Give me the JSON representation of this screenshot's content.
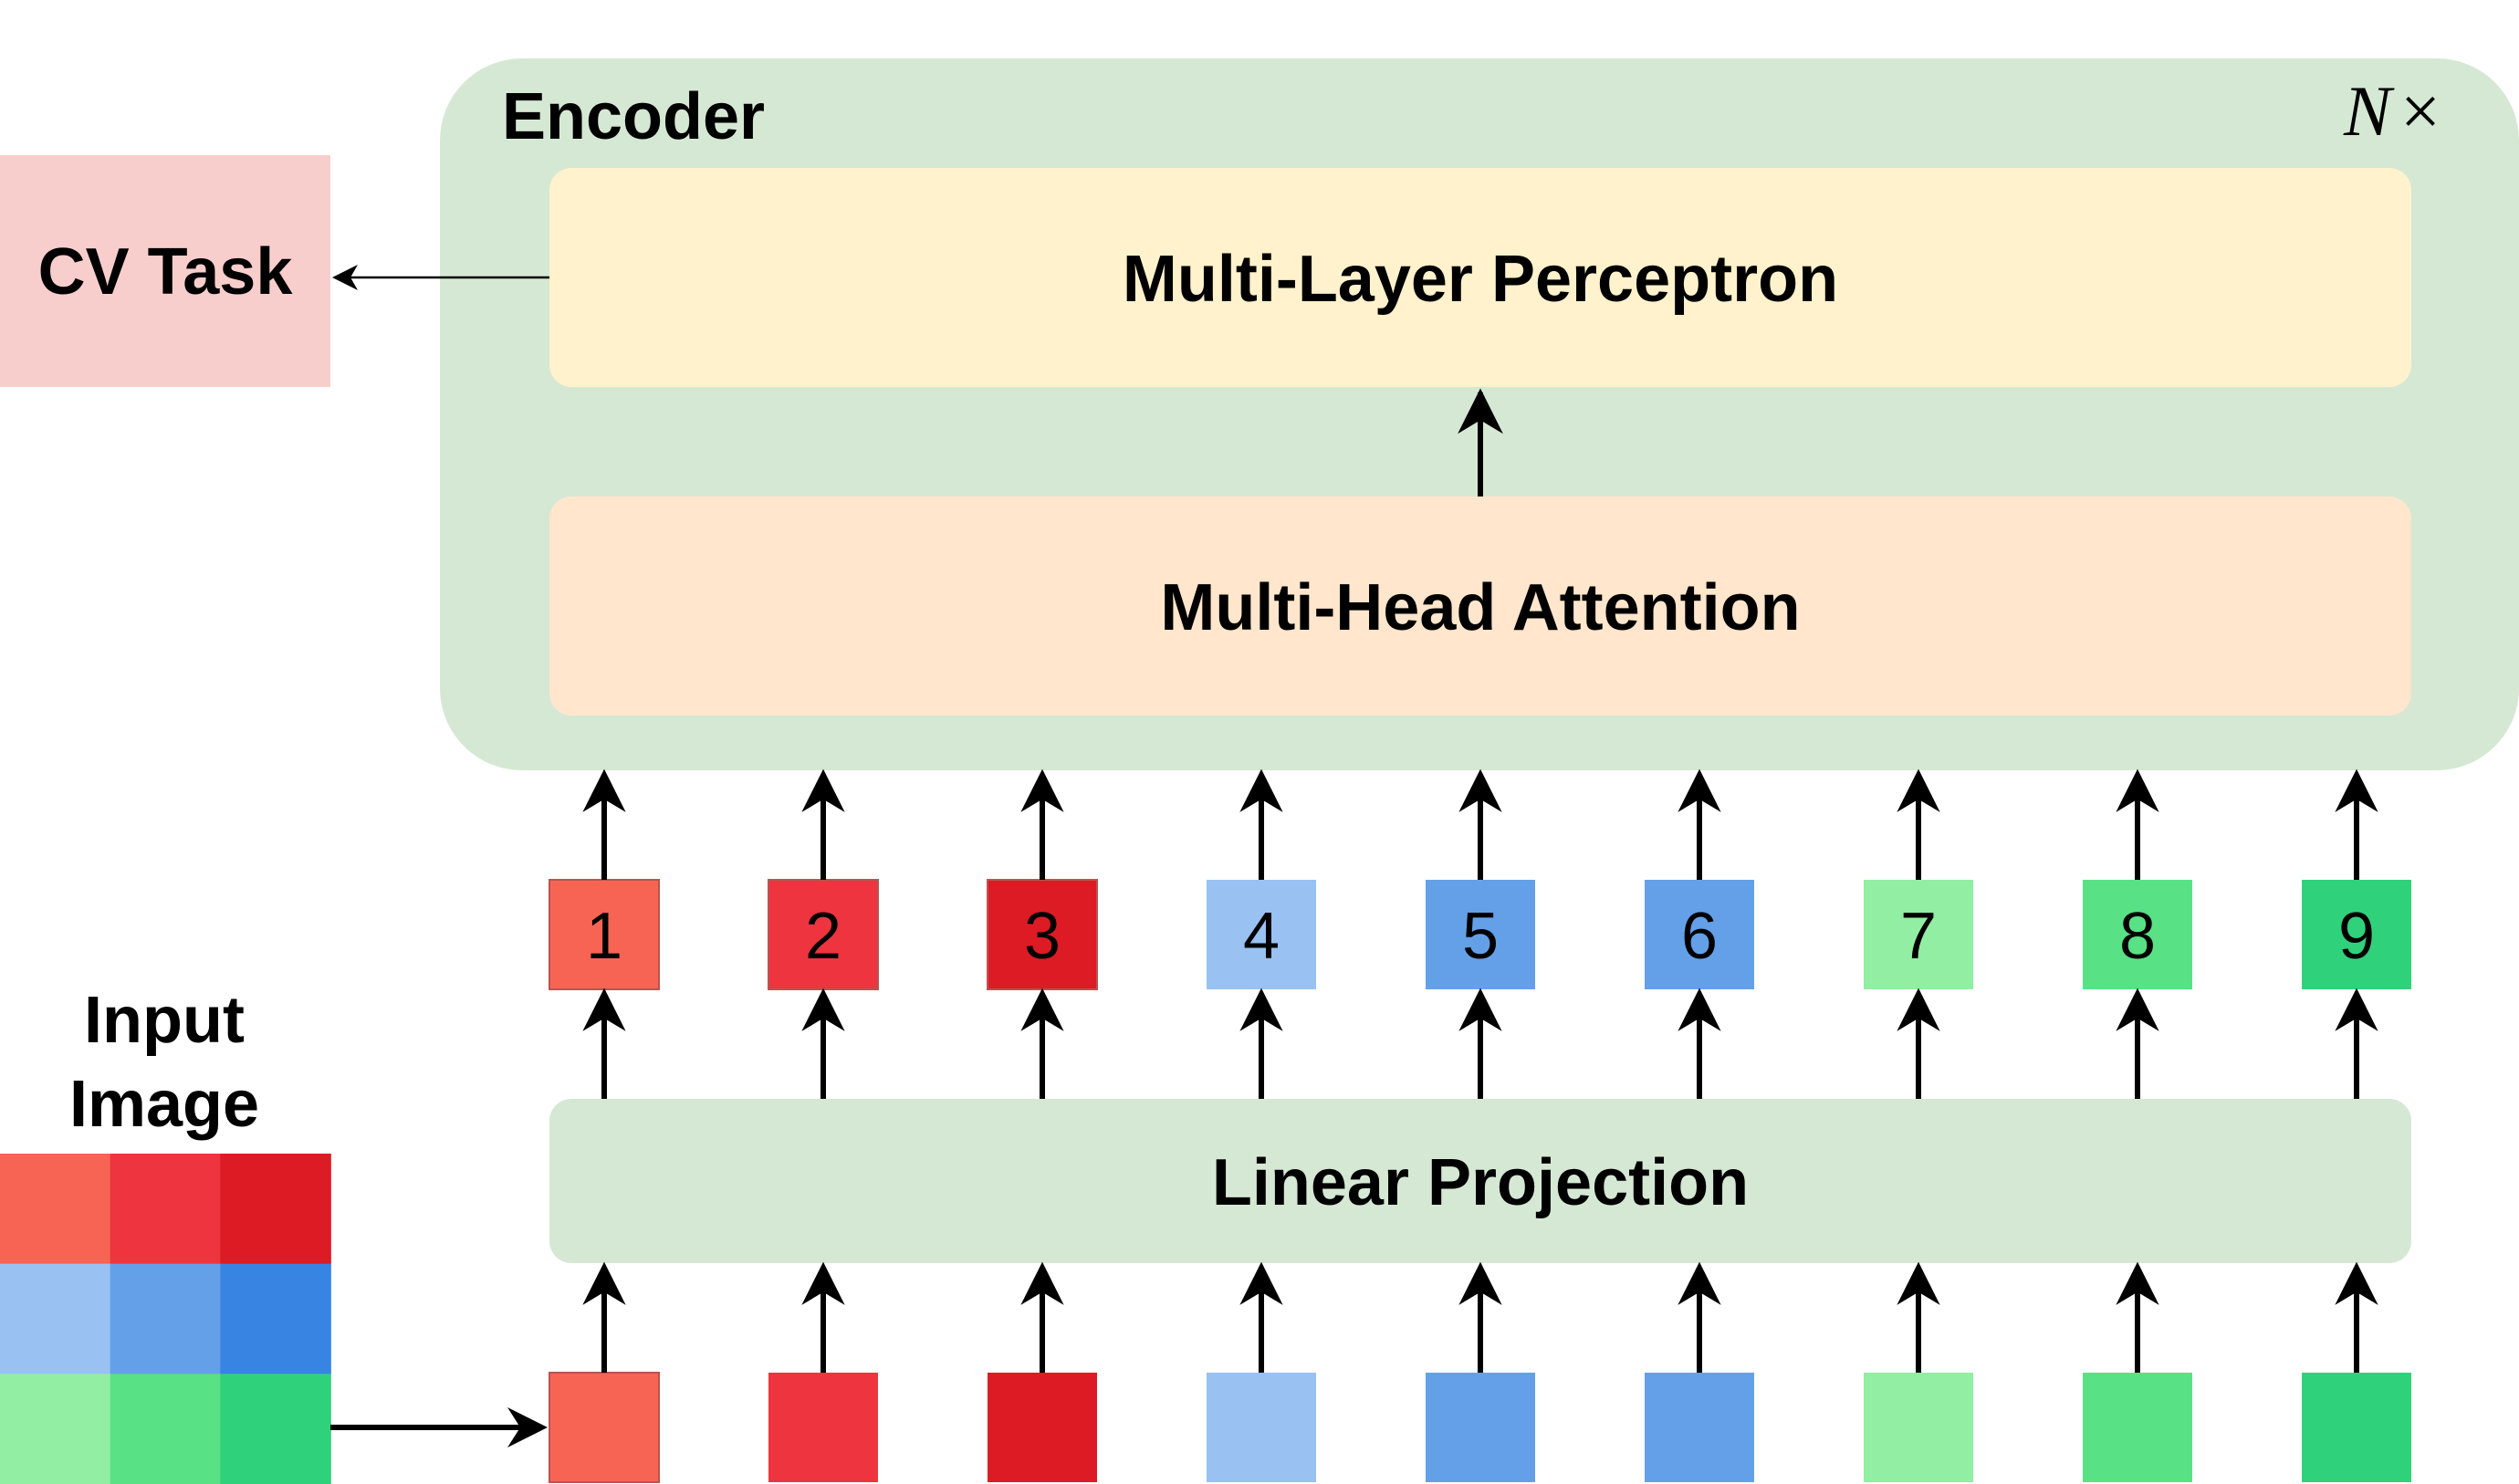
{
  "encoder": {
    "title": "Encoder",
    "repeat_label": "N",
    "repeat_symbol": "×",
    "fill": "#d5e8d4"
  },
  "mlp": {
    "label": "Multi-Layer Perceptron",
    "fill": "#fff2cc"
  },
  "attention": {
    "label": "Multi-Head Attention",
    "fill": "#ffe6cc"
  },
  "linear_projection": {
    "label": "Linear Projection",
    "fill": "#d5e8d4"
  },
  "cv_task": {
    "label": "CV Task",
    "fill": "#f8cecc"
  },
  "input_image": {
    "label_line1": "Input",
    "label_line2": "Image"
  },
  "tokens": [
    {
      "label": "1",
      "color": "#f76454"
    },
    {
      "label": "2",
      "color": "#ee343f"
    },
    {
      "label": "3",
      "color": "#dd1b24"
    },
    {
      "label": "4",
      "color": "#99c1f2"
    },
    {
      "label": "5",
      "color": "#64a0e8"
    },
    {
      "label": "6",
      "color": "#64a0e8"
    },
    {
      "label": "7",
      "color": "#91eea2"
    },
    {
      "label": "8",
      "color": "#58e185"
    },
    {
      "label": "9",
      "color": "#2fd27b"
    }
  ],
  "image_grid": [
    [
      "#f76454",
      "#ee343f",
      "#dd1b24"
    ],
    [
      "#99c1f2",
      "#64a0e8",
      "#3884e2"
    ],
    [
      "#91eea2",
      "#58e185",
      "#2fd27b"
    ]
  ]
}
